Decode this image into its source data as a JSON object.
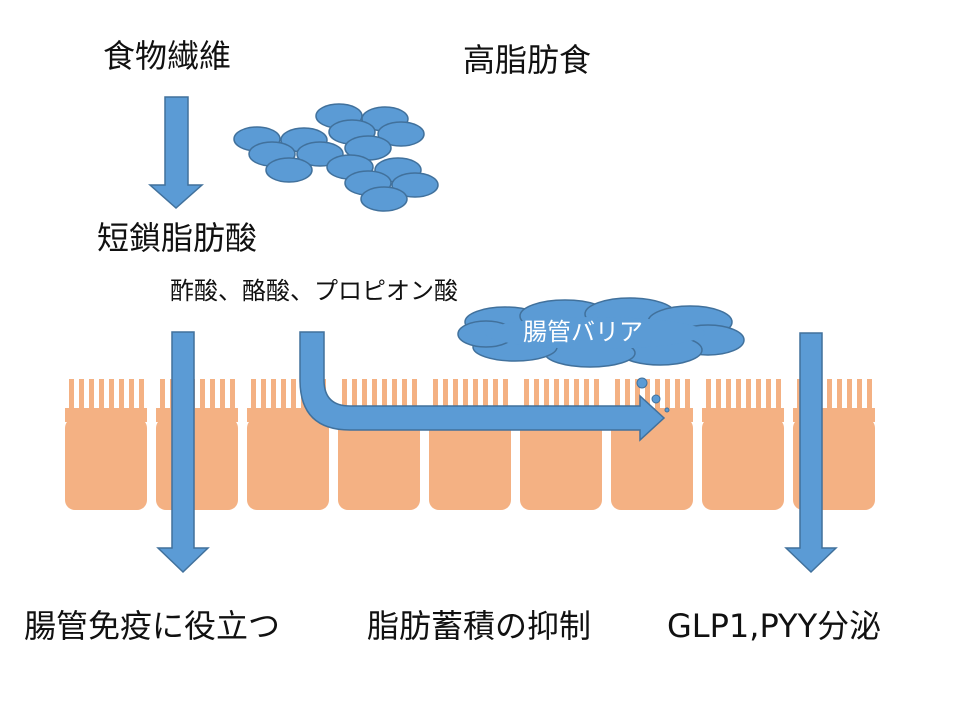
{
  "top": {
    "fiber_label": "食物繊維",
    "highfat_label": "高脂肪食"
  },
  "scfa": {
    "title": "短鎖脂肪酸",
    "examples": "酢酸、酪酸、プロピオン酸"
  },
  "barrier": {
    "label": "腸管バリア"
  },
  "outcomes": {
    "immunity": "腸管免疫に役立つ",
    "fat_suppression": "脂肪蓄積の抑制",
    "hormone": "GLP1,PYY分泌"
  },
  "colors": {
    "arrow_fill": "#5b9bd5",
    "arrow_stroke": "#41719c",
    "cell_fill": "#f4b183",
    "background": "#ffffff",
    "text": "#111111"
  }
}
